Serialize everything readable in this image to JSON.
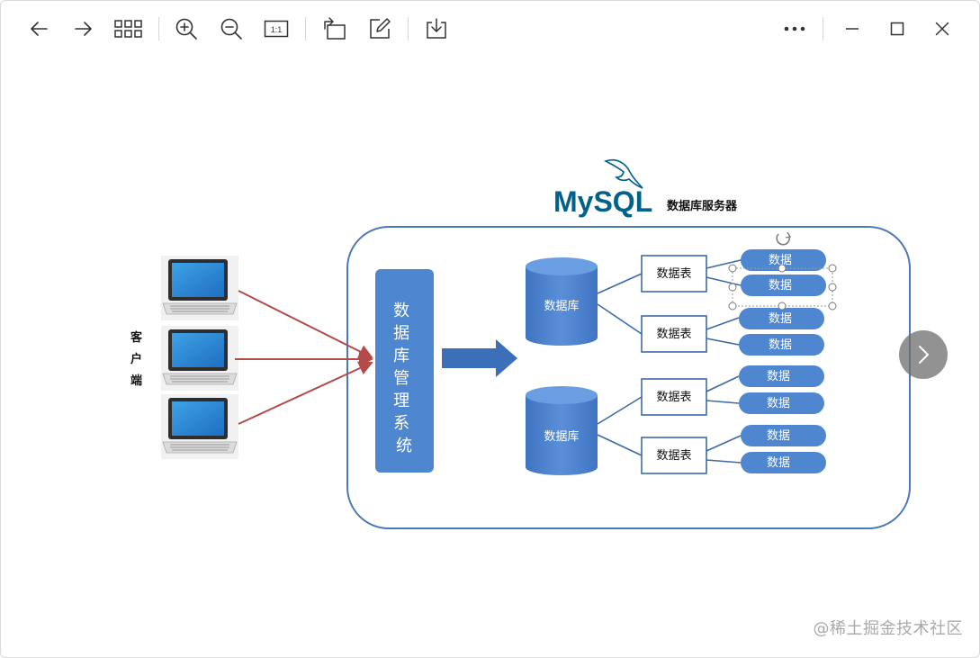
{
  "toolbar": {
    "buttons": [
      {
        "name": "back-button",
        "icon": "arrow-left-icon"
      },
      {
        "name": "forward-button",
        "icon": "arrow-right-icon"
      },
      {
        "name": "gallery-button",
        "icon": "grid-icon"
      },
      {
        "name": "zoom-in-button",
        "icon": "zoom-in-icon"
      },
      {
        "name": "zoom-out-button",
        "icon": "zoom-out-icon"
      },
      {
        "name": "actual-size-button",
        "icon": "actual-size-icon",
        "label": "1:1"
      },
      {
        "name": "rotate-button",
        "icon": "rotate-icon"
      },
      {
        "name": "edit-button",
        "icon": "edit-icon"
      },
      {
        "name": "save-button",
        "icon": "download-icon"
      },
      {
        "name": "more-button",
        "icon": "more-icon"
      },
      {
        "name": "minimize-button",
        "icon": "minimize-icon"
      },
      {
        "name": "maximize-button",
        "icon": "maximize-icon"
      },
      {
        "name": "close-button",
        "icon": "close-icon"
      }
    ]
  },
  "diagram": {
    "logo_text": "MySQL",
    "server_label": "数据库服务器",
    "client_label": "客户端",
    "dbms_label": "数据库管理系统",
    "databases": [
      {
        "label": "数据库",
        "tables": [
          {
            "label": "数据表",
            "rows": [
              "数据",
              "数据"
            ]
          },
          {
            "label": "数据表",
            "rows": [
              "数据",
              "数据"
            ]
          }
        ]
      },
      {
        "label": "数据库",
        "tables": [
          {
            "label": "数据表",
            "rows": [
              "数据",
              "数据"
            ]
          },
          {
            "label": "数据表",
            "rows": [
              "数据",
              "数据"
            ]
          }
        ]
      }
    ]
  },
  "colors": {
    "blue": "#4f86d0",
    "dark_blue": "#3b6fb8",
    "border_blue": "#4a78b8",
    "arrow_red": "#b44a4a",
    "mysql_blue": "#00618a",
    "mysql_orange": "#e48e00"
  },
  "watermark": "@稀土掘金技术社区"
}
